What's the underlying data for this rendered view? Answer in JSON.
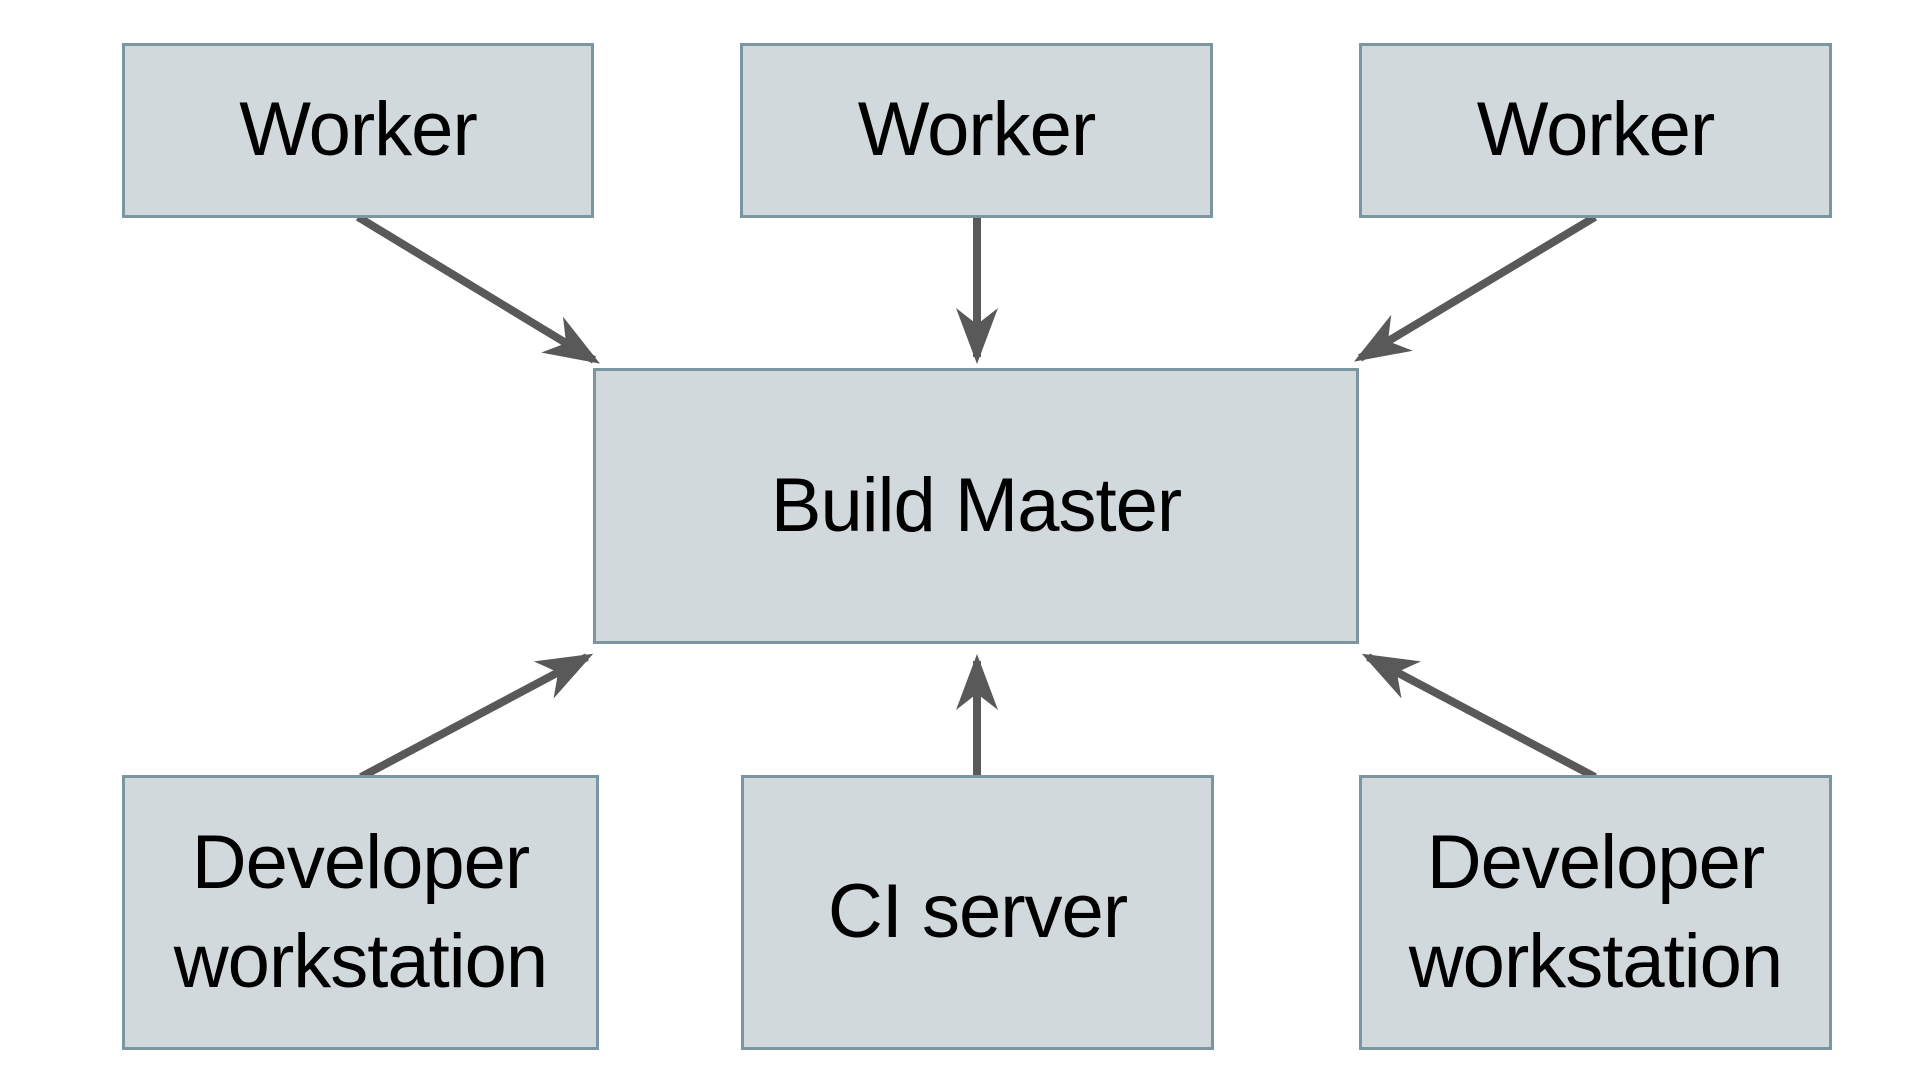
{
  "diagram": {
    "nodes": {
      "worker_1": {
        "label": "Worker"
      },
      "worker_2": {
        "label": "Worker"
      },
      "worker_3": {
        "label": "Worker"
      },
      "build_master": {
        "label": "Build Master"
      },
      "developer_workstation_left": {
        "label": "Developer workstation"
      },
      "ci_server": {
        "label": "CI server"
      },
      "developer_workstation_right": {
        "label": "Developer workstation"
      }
    },
    "edges": [
      {
        "from": "worker_1",
        "to": "build_master"
      },
      {
        "from": "worker_2",
        "to": "build_master"
      },
      {
        "from": "worker_3",
        "to": "build_master"
      },
      {
        "from": "developer_workstation_left",
        "to": "build_master"
      },
      {
        "from": "ci_server",
        "to": "build_master"
      },
      {
        "from": "developer_workstation_right",
        "to": "build_master"
      }
    ]
  },
  "colors": {
    "background": "#ffffff",
    "node_fill": "#d2d9dd",
    "node_border": "#7b95a1",
    "text": "#000000",
    "arrow": "#595959"
  }
}
